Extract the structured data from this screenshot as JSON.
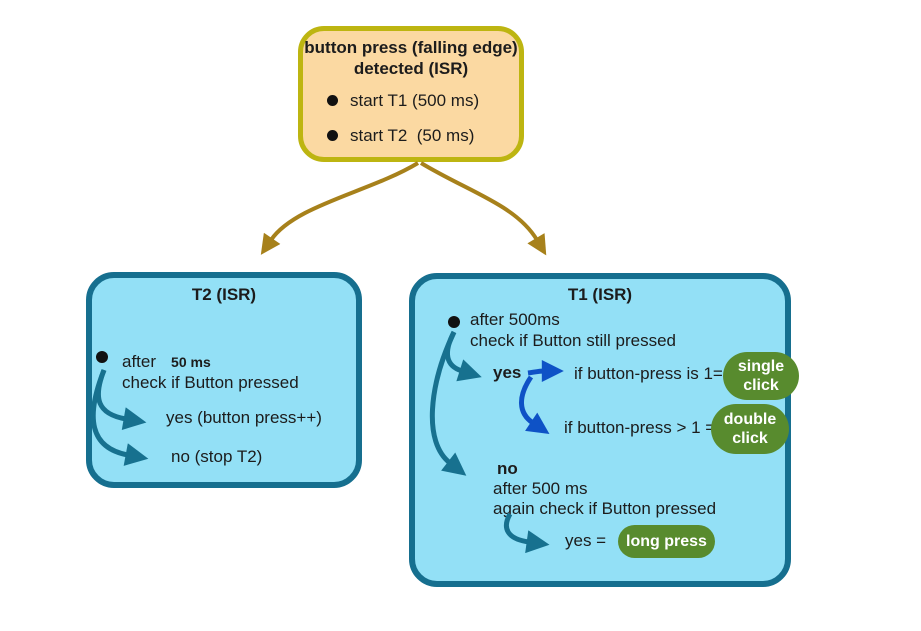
{
  "colors": {
    "background": "#ffffff",
    "start_box_fill": "#fbd9a2",
    "start_box_border": "#bdb511",
    "timer_box_fill": "#93e0f6",
    "timer_box_border": "#166f8f",
    "teal_arrow": "#17718f",
    "blue_arrow": "#0e52c6",
    "gold_arrow": "#a7811b",
    "badge_green": "#588b2e",
    "badge_text": "#ffffff",
    "text": "#1c1c1c"
  },
  "start_box": {
    "title_line1": "button press (falling edge)",
    "title_line2": "detected (ISR)",
    "bullets": [
      "start T1 (500 ms)",
      "start T2  (50 ms)"
    ]
  },
  "t2_box": {
    "title": "T2 (ISR)",
    "after_label": "after",
    "after_value": "50 ms",
    "check_line": "check if Button pressed",
    "yes_line": "yes (button press++)",
    "no_line": "no (stop T2)"
  },
  "t1_box": {
    "title": "T1 (ISR)",
    "after_line": "after 500ms",
    "check_line": "check if Button still pressed",
    "yes_label": "yes",
    "single_condition": "if button-press is 1=",
    "single_badge_line1": "single",
    "single_badge_line2": "click",
    "double_condition": "if button-press > 1 =",
    "double_badge_line1": "double",
    "double_badge_line2": "click",
    "no_label": "no",
    "no_after_line": "after 500 ms",
    "no_check_line": "again check if Button pressed",
    "long_prefix": "yes =",
    "long_badge": "long press"
  }
}
